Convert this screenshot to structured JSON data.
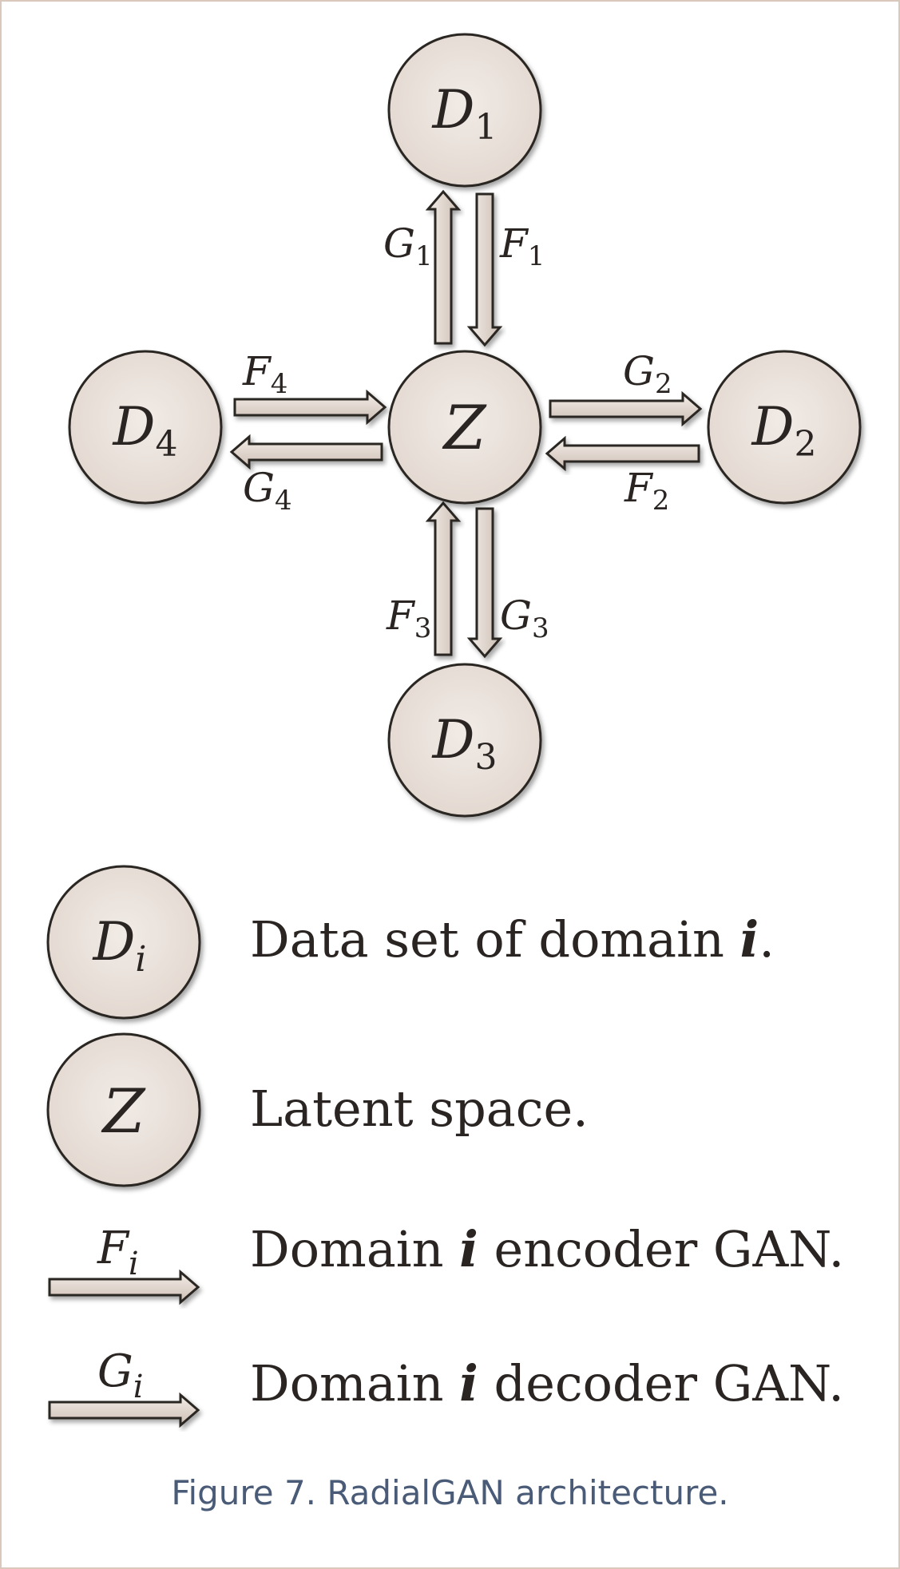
{
  "nodes": {
    "d1": {
      "main": "D",
      "sub": "1"
    },
    "d2": {
      "main": "D",
      "sub": "2"
    },
    "d3": {
      "main": "D",
      "sub": "3"
    },
    "d4": {
      "main": "D",
      "sub": "4"
    },
    "z": {
      "main": "Z",
      "sub": ""
    }
  },
  "edge_labels": {
    "g1": {
      "main": "G",
      "sub": "1"
    },
    "f1": {
      "main": "F",
      "sub": "1"
    },
    "g2": {
      "main": "G",
      "sub": "2"
    },
    "f2": {
      "main": "F",
      "sub": "2"
    },
    "f3": {
      "main": "F",
      "sub": "3"
    },
    "g3": {
      "main": "G",
      "sub": "3"
    },
    "f4": {
      "main": "F",
      "sub": "4"
    },
    "g4": {
      "main": "G",
      "sub": "4"
    }
  },
  "legend": {
    "items": [
      {
        "symbol_main": "D",
        "symbol_sub": "i",
        "text_before": "Data set of domain ",
        "text_var": "i",
        "text_after": "."
      },
      {
        "symbol_main": "Z",
        "symbol_sub": "",
        "text_before": "Latent space.",
        "text_var": "",
        "text_after": ""
      },
      {
        "symbol_main": "F",
        "symbol_sub": "i",
        "text_before": "Domain ",
        "text_var": "i",
        "text_after": " encoder GAN."
      },
      {
        "symbol_main": "G",
        "symbol_sub": "i",
        "text_before": "Domain ",
        "text_var": "i",
        "text_after": " decoder GAN."
      }
    ]
  },
  "caption": "Figure 7. RadialGAN architecture.",
  "colors": {
    "node_fill": "#ebe2dc",
    "arrow_fill": "#e6dcd5",
    "ink": "#2a2523",
    "caption": "#4a5b78",
    "frame": "#d9c8bb"
  }
}
